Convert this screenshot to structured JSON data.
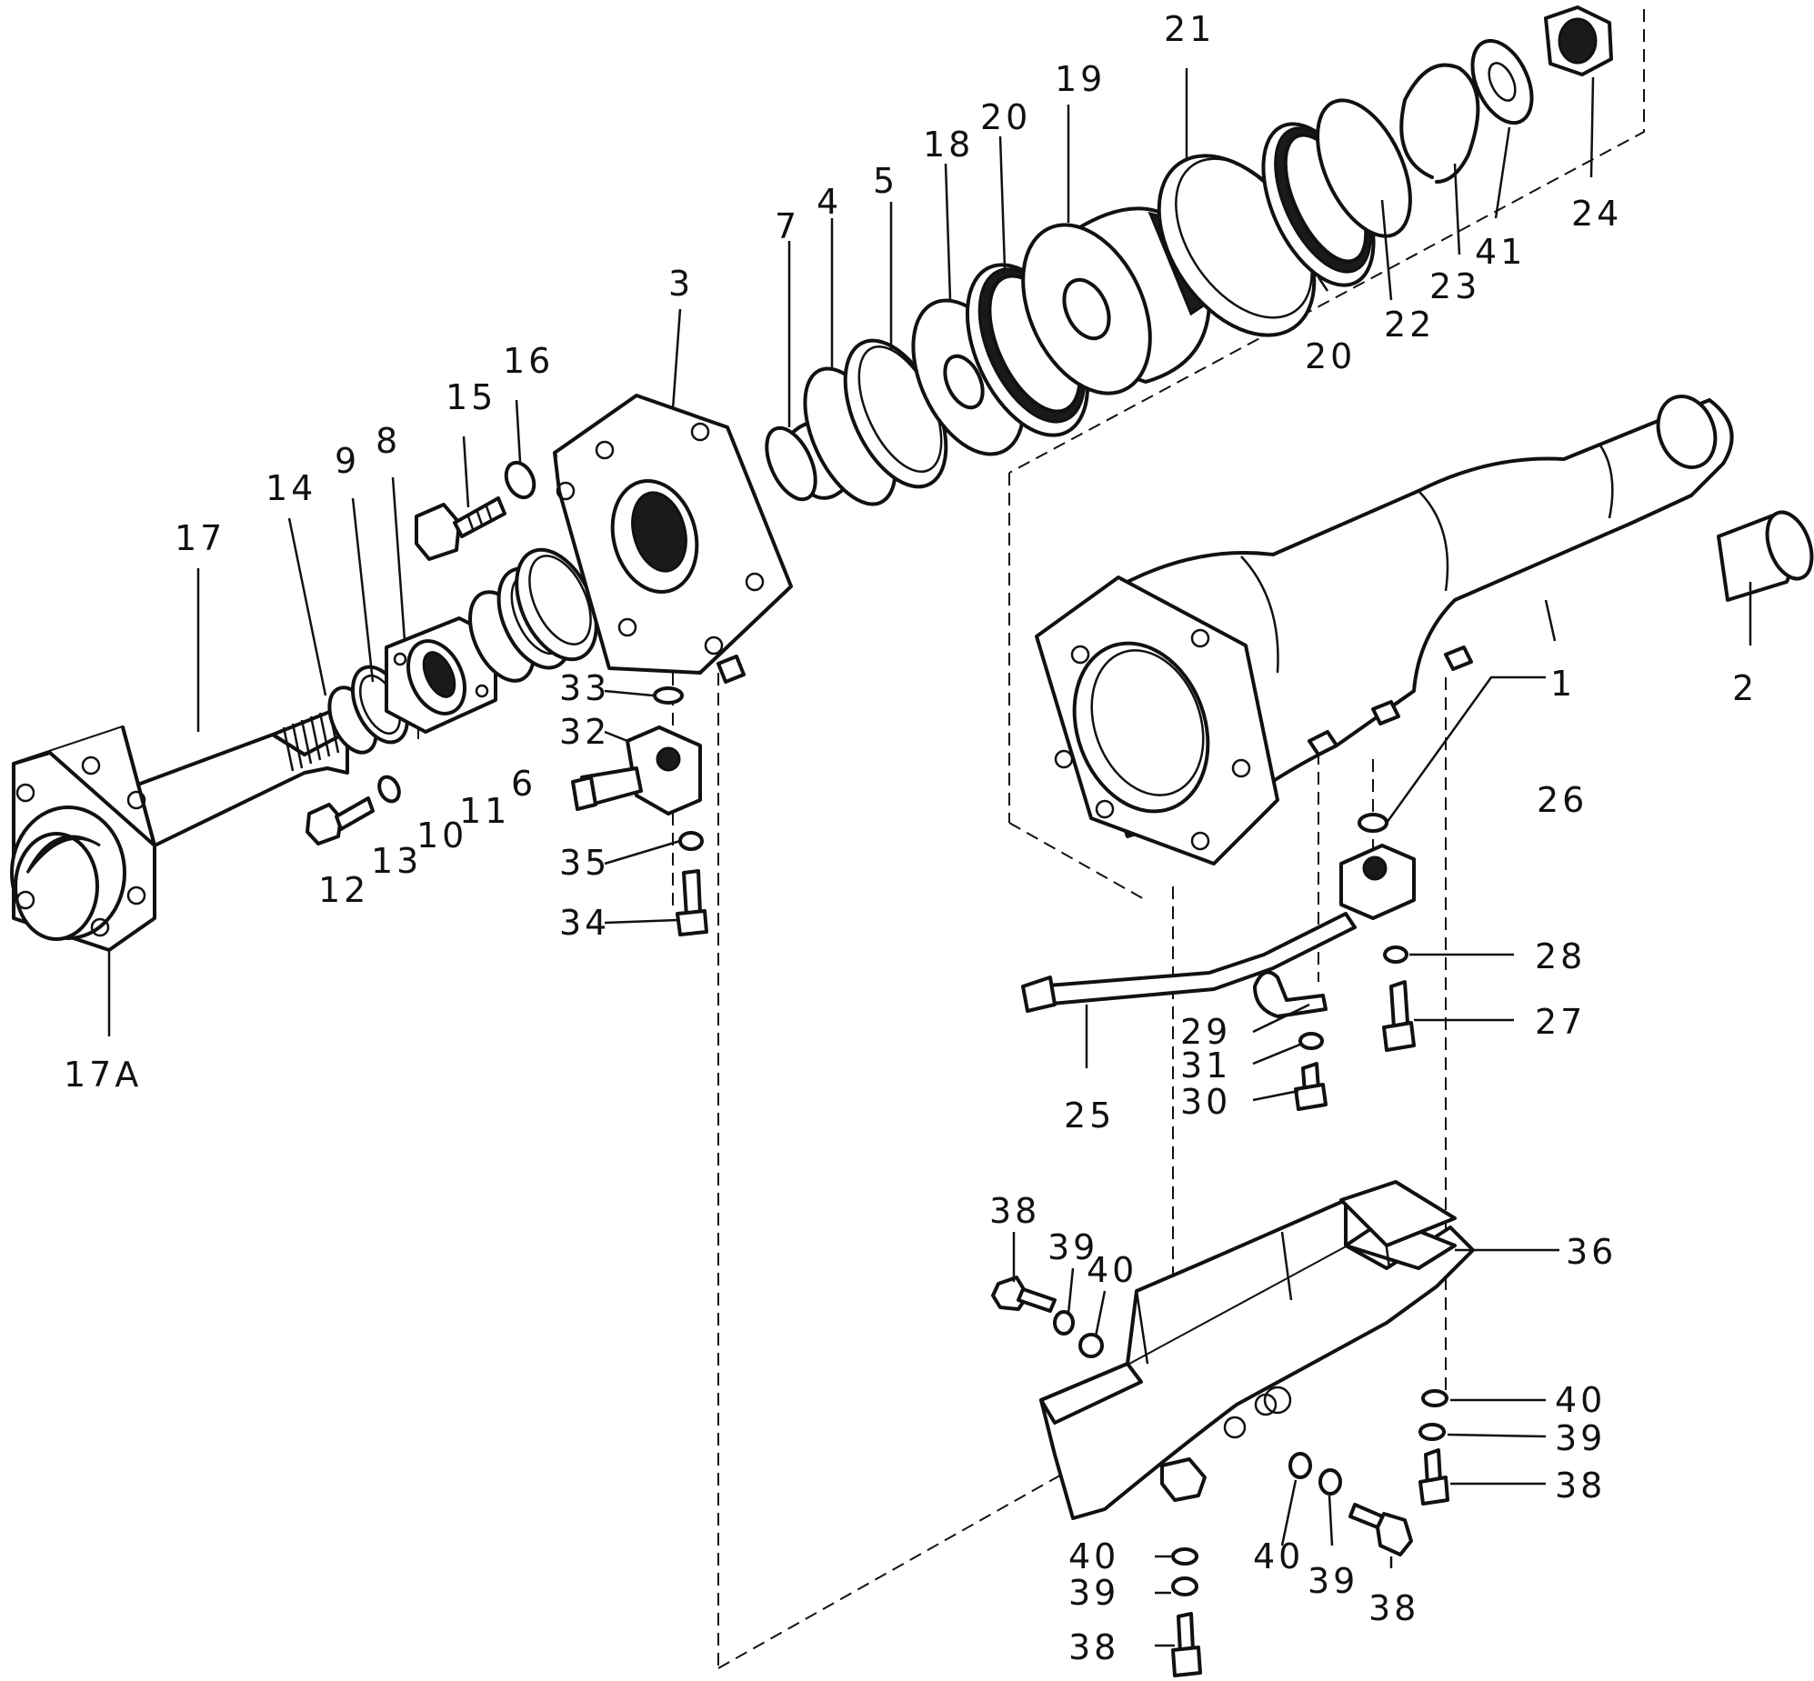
{
  "labels": {
    "p1": "1",
    "p2": "2",
    "p3": "3",
    "p4": "4",
    "p5": "5",
    "p6": "6",
    "p7": "7",
    "p8": "8",
    "p9": "9",
    "p10": "10",
    "p11": "11",
    "p12": "12",
    "p13": "13",
    "p14": "14",
    "p15": "15",
    "p16": "16",
    "p17": "17",
    "p17a": "17A",
    "p18": "18",
    "p19": "19",
    "p20a": "20",
    "p20b": "20",
    "p21": "21",
    "p22": "22",
    "p23": "23",
    "p24": "24",
    "p25": "25",
    "p26": "26",
    "p27": "27",
    "p28": "28",
    "p29": "29",
    "p30": "30",
    "p31": "31",
    "p32": "32",
    "p33": "33",
    "p34": "34",
    "p35": "35",
    "p36": "36",
    "p38a": "38",
    "p38b": "38",
    "p38c": "38",
    "p38d": "38",
    "p39a": "39",
    "p39b": "39",
    "p39c": "39",
    "p39d": "39",
    "p40a": "40",
    "p40b": "40",
    "p40c": "40",
    "p40d": "40",
    "p41": "41"
  }
}
